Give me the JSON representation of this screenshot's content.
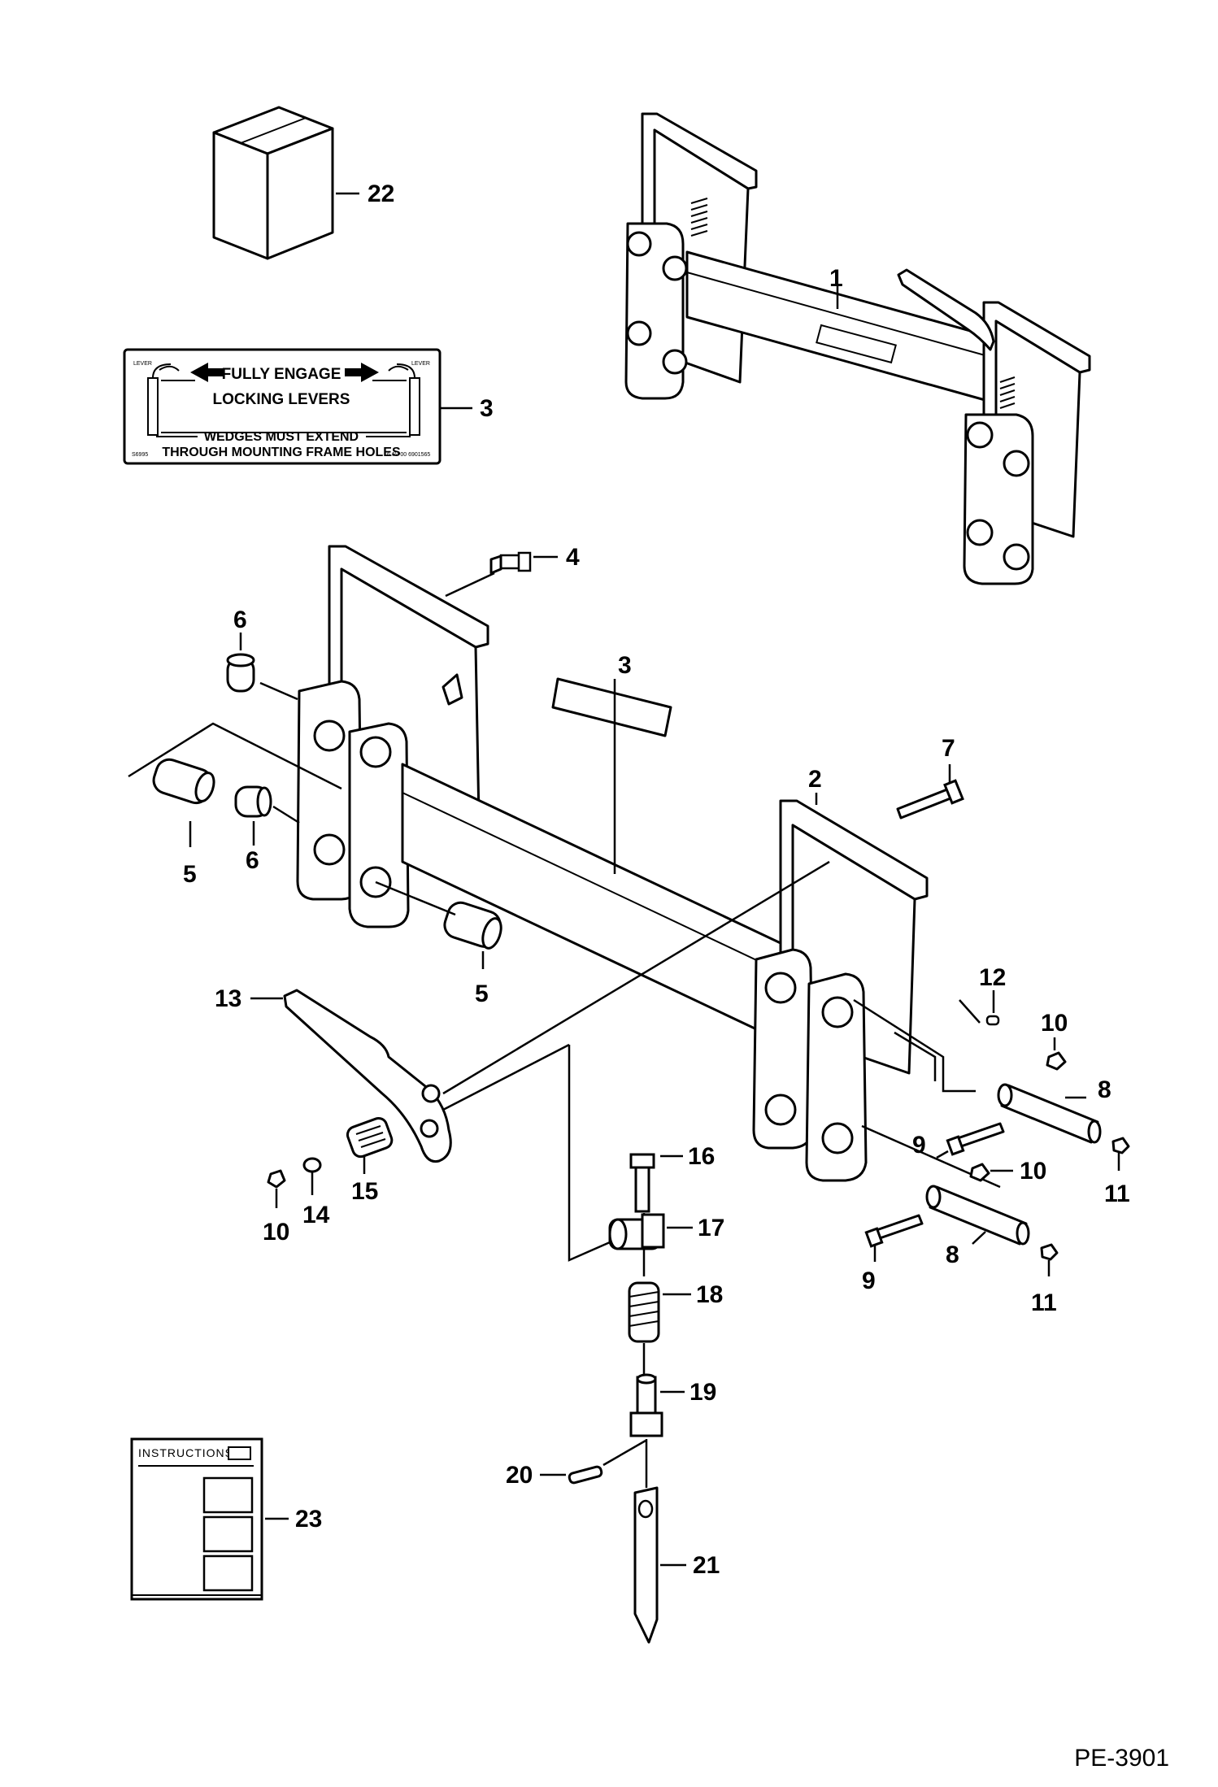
{
  "sheet_code": "PE-3901",
  "callouts": {
    "c1": "1",
    "c2": "2",
    "c3a": "3",
    "c3b": "3",
    "c4": "4",
    "c5a": "5",
    "c5b": "5",
    "c6a": "6",
    "c6b": "6",
    "c7": "7",
    "c8a": "8",
    "c8b": "8",
    "c9a": "9",
    "c9b": "9",
    "c10a": "10",
    "c10b": "10",
    "c10c": "10",
    "c11a": "11",
    "c11b": "11",
    "c12": "12",
    "c13": "13",
    "c14": "14",
    "c15": "15",
    "c16": "16",
    "c17": "17",
    "c18": "18",
    "c19": "19",
    "c20": "20",
    "c21": "21",
    "c22": "22",
    "c23": "23"
  },
  "decal": {
    "line1": "FULLY ENGAGE",
    "line2": "LOCKING LEVERS",
    "line3": "WEDGES MUST EXTEND",
    "line4": "THROUGH MOUNTING FRAME HOLES",
    "lever_left": "LEVER",
    "lever_right": "LEVER",
    "code_left": "S6995",
    "code_right": "6.6V 00 6901565"
  },
  "manual": {
    "title": "INSTRUCTIONS"
  }
}
